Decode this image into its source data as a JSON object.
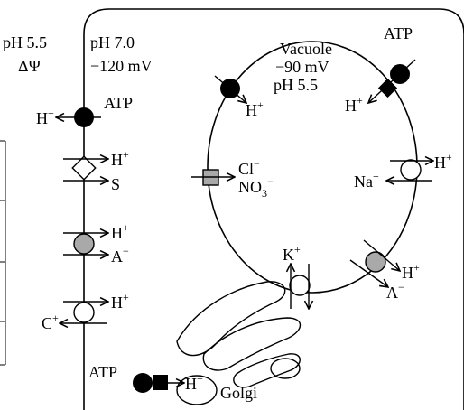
{
  "outside": {
    "ph": "pH 5.5",
    "delta_psi": "ΔΨ"
  },
  "cytosol": {
    "ph": "pH 7.0",
    "potential": "−120 mV"
  },
  "vacuole": {
    "title": "Vacuole",
    "potential": "−90 mV",
    "ph": "pH 5.5"
  },
  "golgi": {
    "label": "Golgi"
  },
  "plasma_membrane": {
    "atp_pump": {
      "atp": "ATP",
      "ion": "H",
      "charge": "+"
    },
    "symporter_s": {
      "ion": "H",
      "charge": "+",
      "substrate": "S"
    },
    "symporter_a": {
      "ion": "H",
      "charge": "+",
      "substrate": "A",
      "substrate_charge": "−"
    },
    "antiporter_c": {
      "ion": "H",
      "charge": "+",
      "cation": "C",
      "cation_charge": "+"
    }
  },
  "tonoplast": {
    "atp_pump_left": {
      "ion": "H",
      "charge": "+"
    },
    "atp_pump_right": {
      "atp": "ATP",
      "ion": "H",
      "charge": "+"
    },
    "anion_channel": {
      "ion1": "Cl",
      "ion1_charge": "−",
      "ion2": "NO",
      "ion2_sub": "3",
      "ion2_charge": "−"
    },
    "na_antiporter": {
      "ion": "Na",
      "ion_charge": "+",
      "proton": "H",
      "proton_charge": "+"
    },
    "k_channel": {
      "ion": "K",
      "charge": "+"
    },
    "anion_symporter": {
      "ion": "H",
      "charge": "+",
      "anion": "A",
      "anion_charge": "−"
    }
  },
  "golgi_pump": {
    "atp": "ATP",
    "ion": "H",
    "charge": "+"
  },
  "colors": {
    "black": "#000000",
    "grey": "#a9a9a9",
    "white": "#ffffff"
  }
}
